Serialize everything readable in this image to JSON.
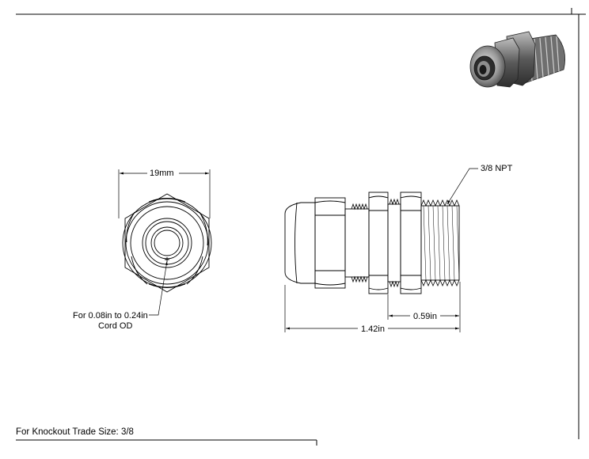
{
  "drawing": {
    "front_view": {
      "width_label": "19mm",
      "cord_label_line1": "For 0.08in to 0.24in",
      "cord_label_line2": "Cord OD"
    },
    "side_view": {
      "thread_label": "3/8 NPT",
      "thread_length_label": "0.59in",
      "overall_length_label": "1.42in"
    },
    "title_block": {
      "knockout_label": "For Knockout Trade Size: 3/8"
    },
    "colors": {
      "line": "#000000",
      "background": "#ffffff",
      "render_dark": "#3a3a3a",
      "render_light": "#cfcfcf"
    }
  }
}
